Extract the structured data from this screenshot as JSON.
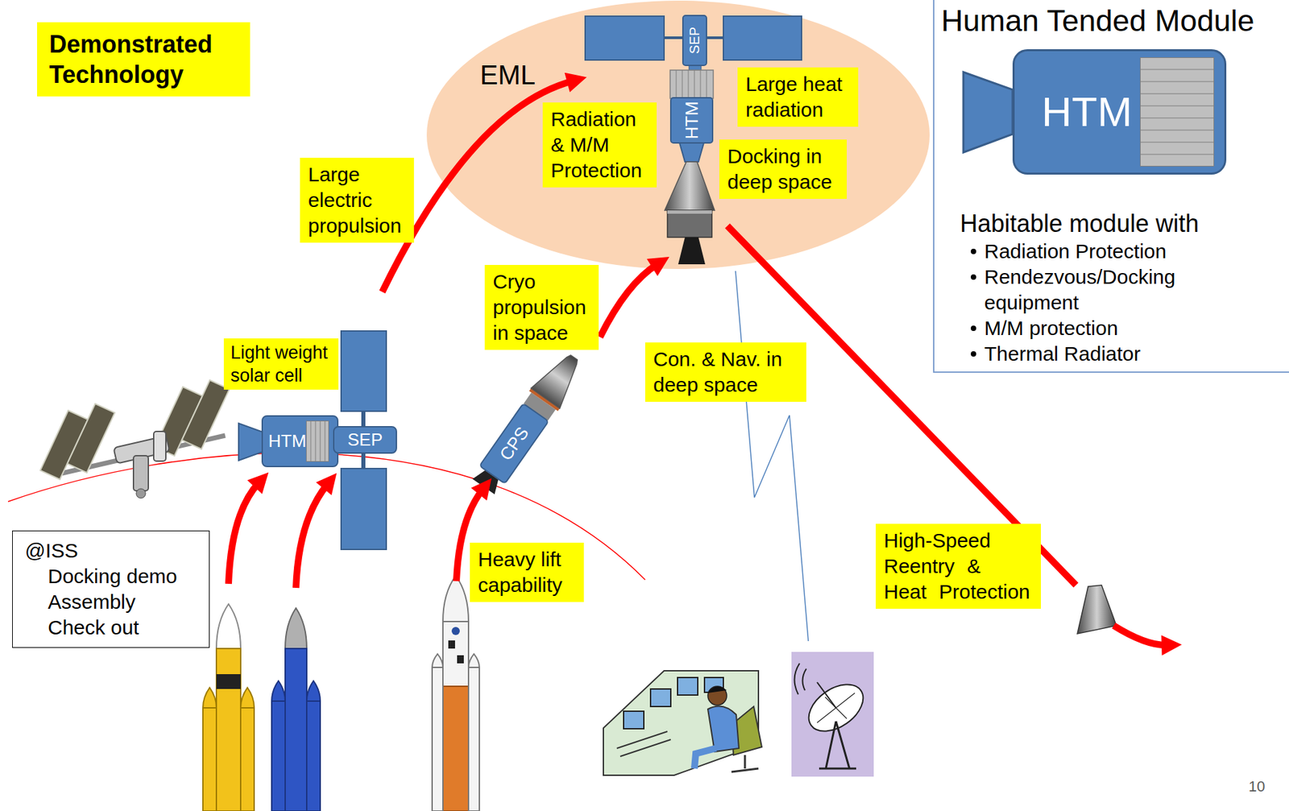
{
  "diagram": {
    "nodes": [
      {
        "text": [
          "Demonstrated Technology"
        ]
      },
      {
        "text": [
          "EML"
        ]
      },
      {
        "text": [
          "SEP"
        ],
        "in": 1
      },
      {
        "text": [
          "Large heat radiation"
        ],
        "in": 1
      },
      {
        "text": [
          "Radiation & M/M Protection"
        ],
        "in": 1
      },
      {
        "text": [
          "HTM"
        ],
        "in": 1
      },
      {
        "text": [
          "Docking in deep space"
        ],
        "in": 1
      },
      {
        "text": [
          "Human Tended Module",
          "Habitable module with",
          "Radiation Protection",
          "Rendezvous/Docking equipment",
          "M/M protection",
          "Thermal Radiator"
        ]
      },
      {
        "text": [
          "HTM"
        ],
        "in": 7
      },
      {
        "text": [
          "Large electric propulsion"
        ]
      },
      {
        "text": [
          "Cryo propulsion in space"
        ]
      },
      {
        "text": [
          "Con. & Nav. in deep space"
        ]
      },
      {
        "text": [
          "Light weight solar cell"
        ]
      },
      {
        "text": [
          "HTM"
        ]
      },
      {
        "text": [
          "SEP"
        ]
      },
      {
        "text": [
          "CPS"
        ]
      },
      {
        "text": [
          "@ISS",
          "Docking demo",
          "Assembly",
          "Check out"
        ]
      },
      {
        "text": [
          "Heavy lift capability"
        ]
      },
      {
        "text": [
          "High-Speed Reentry & Heat Protection"
        ]
      }
    ],
    "labels": [
      "10"
    ]
  }
}
